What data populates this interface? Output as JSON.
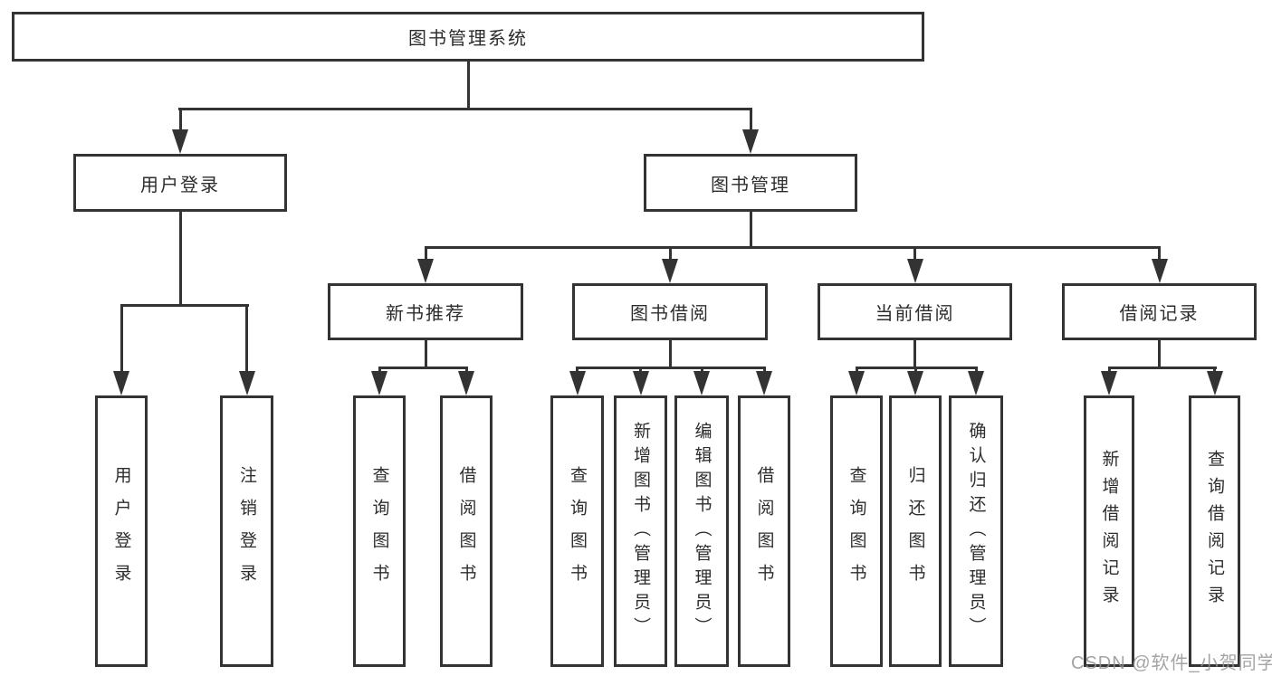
{
  "diagram": {
    "root": {
      "label": "图书管理系统"
    },
    "level2": [
      {
        "label": "用户登录",
        "children": [
          {
            "label": "用户登录"
          },
          {
            "label": "注销登录"
          }
        ]
      },
      {
        "label": "图书管理",
        "children": [
          {
            "label": "新书推荐",
            "children": [
              {
                "label": "查询图书"
              },
              {
                "label": "借阅图书"
              }
            ]
          },
          {
            "label": "图书借阅",
            "children": [
              {
                "label": "查询图书"
              },
              {
                "label": "新增图书（管理员）"
              },
              {
                "label": "编辑图书（管理员）"
              },
              {
                "label": "借阅图书"
              }
            ]
          },
          {
            "label": "当前借阅",
            "children": [
              {
                "label": "查询图书"
              },
              {
                "label": "归还图书"
              },
              {
                "label": "确认归还（管理员）"
              }
            ]
          },
          {
            "label": "借阅记录",
            "children": [
              {
                "label": "新增借阅记录"
              },
              {
                "label": "查询借阅记录"
              }
            ]
          }
        ]
      }
    ]
  },
  "watermark": {
    "text": "CSDN @软件_小贺同学"
  },
  "colors": {
    "line": "#333333",
    "box_border": "#333333",
    "text": "#2d2d2d",
    "watermark": "#949494",
    "background": "#ffffff"
  }
}
